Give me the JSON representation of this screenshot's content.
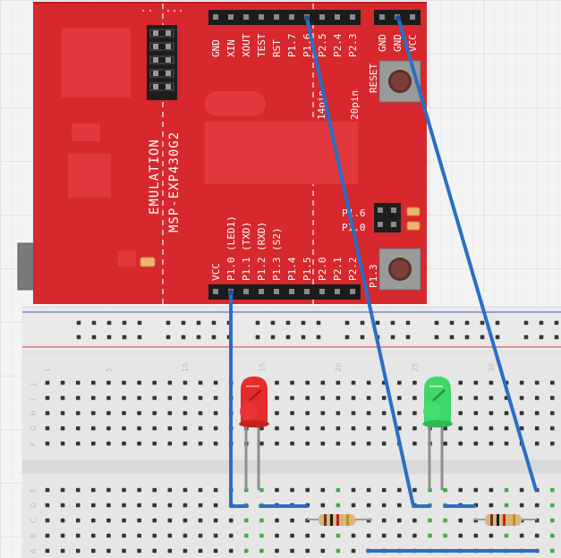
{
  "board": {
    "emulation_label": "EMULATION",
    "model_label": "MSP-EXP430G2",
    "reset_label": "RESET",
    "pin20_label": "20pin",
    "pin14_label": "14pin",
    "top_header_labels": [
      "GND",
      "XIN",
      "XOUT",
      "TEST",
      "RST",
      "P1.7",
      "P1.6",
      "P2.5",
      "P2.4",
      "P2.3"
    ],
    "bottom_header_labels": [
      "VCC",
      "P1.0 (LED1)",
      "P1.1 (TXD)",
      "P1.2 (RXD)",
      "P1.3 (S2)",
      "P1.4",
      "P1.5",
      "P2.0",
      "P2.1",
      "P2.2"
    ],
    "power_header_labels": [
      "GND",
      "GND",
      "VCC"
    ],
    "jumper_labels": [
      "P1.6",
      "P1.0"
    ],
    "button2_label": "P1.3"
  },
  "breadboard": {
    "column_numbers": [
      "1",
      "5",
      "10",
      "15",
      "20",
      "25",
      "30"
    ],
    "row_letters_top": [
      "J",
      "I",
      "H",
      "G",
      "F"
    ],
    "row_letters_bottom": [
      "E",
      "D",
      "C",
      "B",
      "A"
    ]
  },
  "colors": {
    "board": "#d6282d",
    "wire": "#2a6fc4",
    "led_red": "#e52b2b",
    "led_green": "#3fd66a",
    "background": "#f3f3f3",
    "grid": "#dedede",
    "breadboard": "#e4e4e4",
    "rail_red": "#d64040",
    "rail_blue": "#3a55c9",
    "hole": "#353535",
    "active_hole": "#3cb043"
  }
}
